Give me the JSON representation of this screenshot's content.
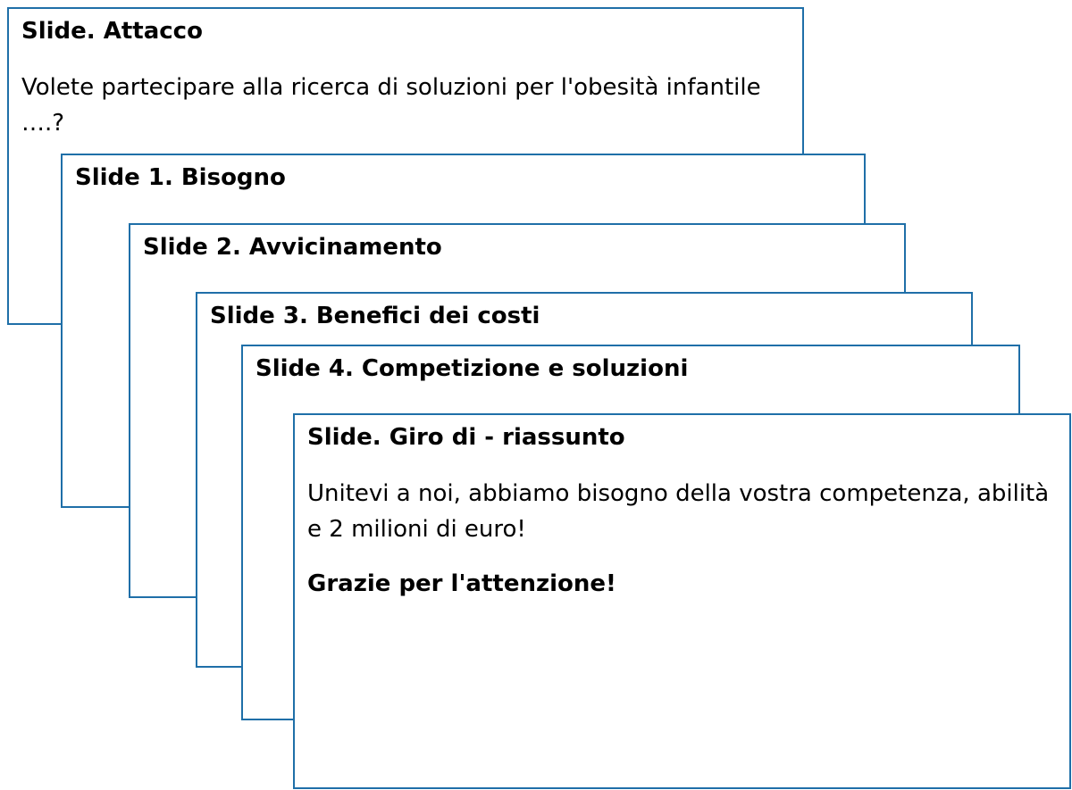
{
  "slides": [
    {
      "title": "Slide. Attacco",
      "body": "Volete partecipare alla ricerca di soluzioni per l'obesità infantile ….?"
    },
    {
      "title": "Slide 1. Bisogno"
    },
    {
      "title": "Slide 2. Avvicinamento"
    },
    {
      "title": "Slide 3. Benefici dei costi"
    },
    {
      "title": "Slide 4. Competizione e soluzioni"
    },
    {
      "title": "Slide. Giro di - riassunto",
      "body": "Unitevi a noi, abbiamo bisogno della vostra competenza, abilità e 2 milioni di euro!",
      "closing": "Grazie per l'attenzione!"
    }
  ],
  "colors": {
    "border": "#1f6fa8",
    "background": "#ffffff",
    "text": "#000000"
  }
}
